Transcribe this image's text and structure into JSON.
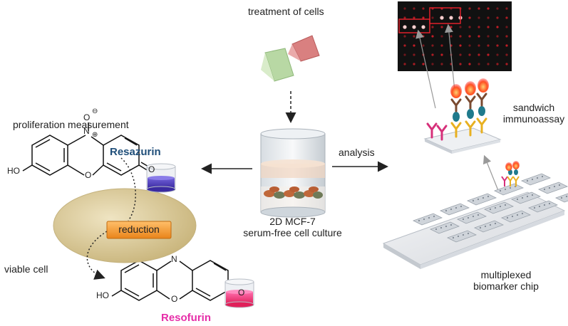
{
  "labels": {
    "treatment": "treatment of cells",
    "proliferation": "proliferation measurement",
    "resazurin": "Resazurin",
    "reduction": "reduction",
    "viable_cell": "viable cell",
    "resofurin": "Resofurin",
    "culture_line1": "2D MCF-7",
    "culture_line2": "serum-free cell culture",
    "analysis": "analysis",
    "sandwich_line1": "sandwich",
    "sandwich_line2": "immunoassay",
    "chip_line1": "multiplexed",
    "chip_line2": "biomarker chip"
  },
  "chem": {
    "n": "N",
    "o_oxide": "O",
    "charge_minus": "⊖",
    "charge_plus": "⊕",
    "ho_top": "HO",
    "o_ring_top": "O",
    "o_keto_top": "O",
    "n_bottom": "N",
    "ho_bottom": "HO",
    "o_ring_bottom": "O",
    "o_keto_bottom": "O"
  },
  "colors": {
    "resazurin": "#1f4e79",
    "resofurin": "#e62ea8",
    "reduction_box": "#f39a2e",
    "cell": "#d8c898",
    "array_bg": "#111111",
    "array_spot": "#e0202a"
  }
}
